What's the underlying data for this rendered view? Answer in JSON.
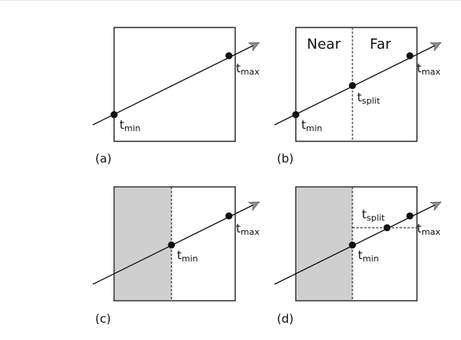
{
  "colors": {
    "stroke": "#111111",
    "shade": "#cfcfcf",
    "arrowhead": "#8c8c8c",
    "background": "#ffffff"
  },
  "symbols": {
    "t": "t",
    "min": "min",
    "max": "max",
    "split": "split"
  },
  "panels": {
    "a": {
      "caption": "(a)"
    },
    "b": {
      "caption": "(b)",
      "near": "Near",
      "far": "Far"
    },
    "c": {
      "caption": "(c)"
    },
    "d": {
      "caption": "(d)"
    }
  }
}
